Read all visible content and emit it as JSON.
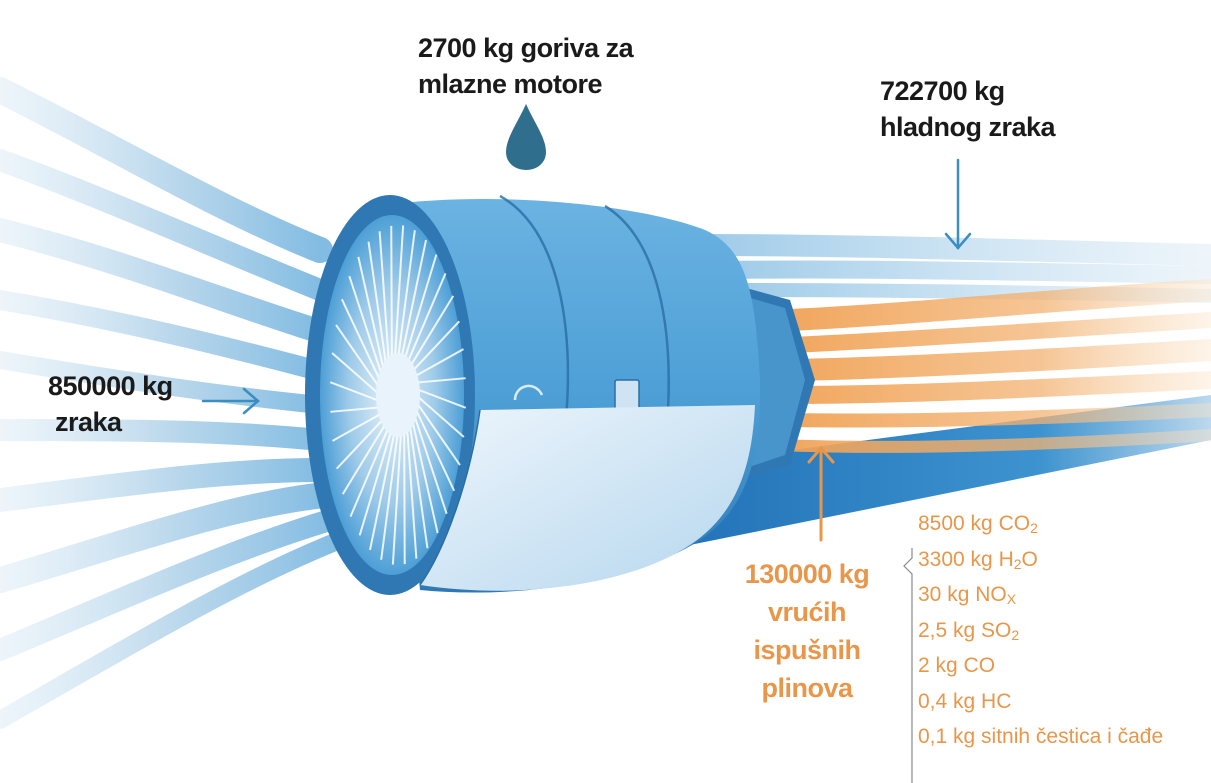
{
  "labels": {
    "fuel_line1": "2700 kg goriva za",
    "fuel_line2": "mlazne motore",
    "cold_air_line1": "722700 kg",
    "cold_air_line2": "hladnog zraka",
    "intake_air_line1": "850000 kg",
    "intake_air_line2": "zraka",
    "hot_gas_line1": "130000 kg",
    "hot_gas_line2": "vrućih",
    "hot_gas_line3": "ispušnih",
    "hot_gas_line4": "plinova"
  },
  "emissions": [
    {
      "pre": "8500 kg CO",
      "sub": "2",
      "post": ""
    },
    {
      "pre": "3300 kg H",
      "sub": "2",
      "post": "O"
    },
    {
      "pre": "30 kg NO",
      "sub": "X",
      "post": ""
    },
    {
      "pre": "2,5 kg SO",
      "sub": "2",
      "post": ""
    },
    {
      "pre": "2 kg CO",
      "sub": "",
      "post": ""
    },
    {
      "pre": "0,4 kg HC",
      "sub": "",
      "post": ""
    },
    {
      "pre": "0,1 kg sitnih čestica i čađe",
      "sub": "",
      "post": ""
    }
  ],
  "colors": {
    "cold_flow": "#3b92c9",
    "hot_flow": "#f0a255",
    "engine_body": "#4d9fd6",
    "engine_dark": "#2f78b4",
    "fuel_drop": "#2f6f8d",
    "arrow_blue": "#3b8ebf",
    "arrow_orange": "#e8974a",
    "text_dark": "#1a1a1a",
    "text_hot": "#e8974a"
  },
  "icons": {
    "fuel": "fuel-drop-icon",
    "cold_air_arrow": "arrow-down-icon",
    "intake_arrow": "arrow-right-icon",
    "exhaust_arrow": "arrow-up-icon"
  }
}
